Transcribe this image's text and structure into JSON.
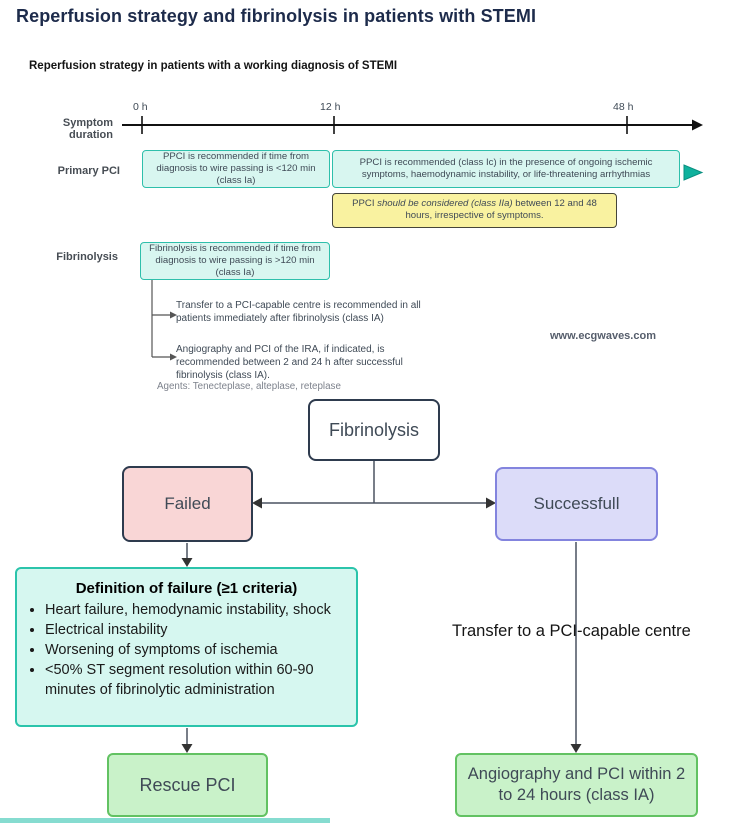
{
  "page": {
    "title": "Reperfusion strategy and fibrinolysis in patients with STEMI",
    "subtitle": "Reperfusion strategy in patients with a working diagnosis of STEMI",
    "watermark": "www.ecgwaves.com"
  },
  "colors": {
    "teal_accent": "#2ebfab",
    "teal_fill": "#d8f6f0",
    "yellow_fill": "#f9f2a0",
    "pink_fill": "#f9d6d6",
    "purple_fill": "#dcdcf9",
    "green_fill": "#c9f2c9",
    "arrow_teal": "#0fb19d",
    "dark_border": "#2e3b4e"
  },
  "timeline": {
    "label": "Symptom duration",
    "ticks": {
      "t0": "0 h",
      "t12": "12 h",
      "t48": "48 h"
    }
  },
  "primary_pci": {
    "label": "Primary PCI",
    "box_early": "PPCI is recommended if time from diagnosis to wire passing is <120 min (class Ia)",
    "box_late": "PPCI is recommended (class Ic) in the presence of ongoing ischemic symptoms, haemodynamic instability, or life-threatening arrhythmias",
    "consider_prefix": "PPCI ",
    "consider_italic": "should be considered (class IIa)",
    "consider_suffix": " between 12 and 48 hours, irrespective of symptoms."
  },
  "fibrinolysis_row": {
    "label": "Fibrinolysis",
    "box": "Fibrinolysis is recommended if time from diagnosis to wire passing is >120 min (class Ia)",
    "note_transfer": "Transfer to a PCI-capable centre is recommended in all patients immediately after fibrinolysis (class IA)",
    "note_angio": "Angiography and PCI of the IRA, if indicated, is recommended between 2 and 24 h after successful fibrinolysis (class IA).",
    "agents": "Agents: Tenecteplase, alteplase, reteplase"
  },
  "flowchart": {
    "root": "Fibrinolysis",
    "failed": "Failed",
    "successful": "Successfull",
    "definition": {
      "title": "Definition of failure (≥1 criteria)",
      "bullets": [
        "Heart failure, hemodynamic instability, shock",
        "Electrical instability",
        "Worsening of symptoms of ischemia",
        "<50% ST segment resolution within 60-90 minutes of fibrinolytic administration"
      ]
    },
    "rescue": "Rescue PCI",
    "transfer_label": "Transfer to a PCI-capable centre",
    "angio_box": "Angiography and PCI within 2 to 24 hours (class IA)"
  }
}
